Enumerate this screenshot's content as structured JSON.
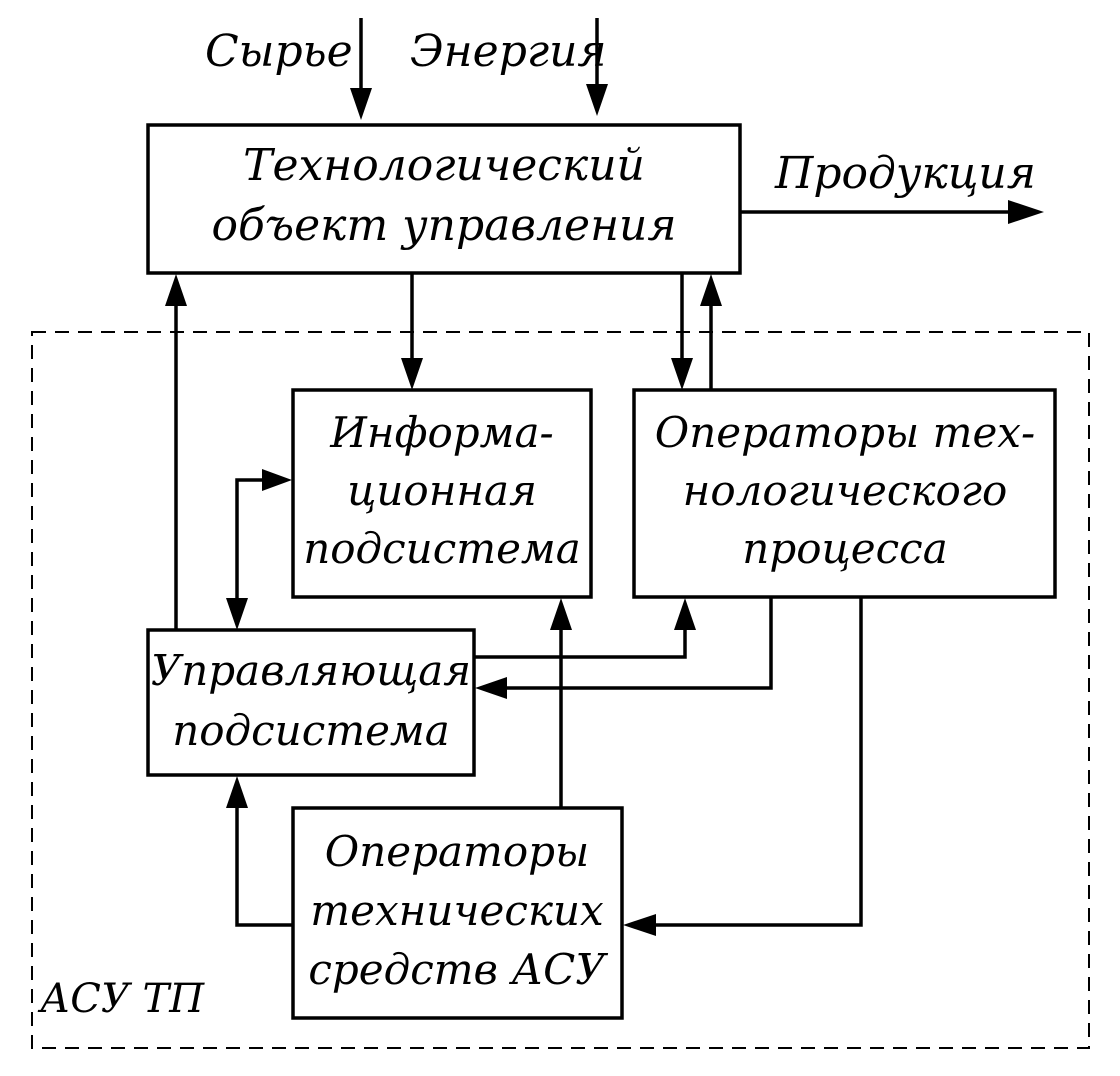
{
  "system_label": "АСУ ТП",
  "inputs": {
    "raw": "Сырье",
    "energy": "Энергия"
  },
  "output": "Продукция",
  "blocks": {
    "object": [
      "Технологический",
      "объект управления"
    ],
    "info": [
      "Информа-",
      "ционная",
      "подсистема"
    ],
    "operators_process": [
      "Операторы тех-",
      "нологического",
      "процесса"
    ],
    "control": [
      "Управляющая",
      "подсистема"
    ],
    "operators_tech": [
      "Операторы",
      "технических",
      "средств АСУ"
    ]
  }
}
